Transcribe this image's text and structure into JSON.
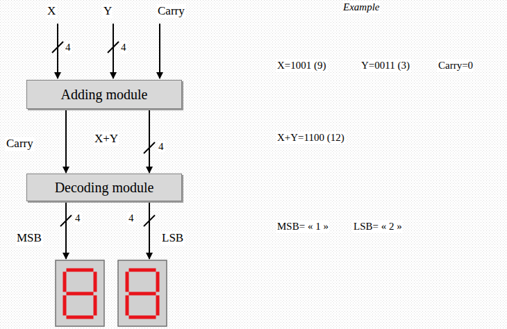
{
  "diagram": {
    "nodes": [
      {
        "text": [
          "Adding module"
        ]
      },
      {
        "text": [
          "Decoding module"
        ]
      }
    ],
    "edges": [
      {
        "from": 0,
        "to": 1,
        "arrow": "to",
        "label": "Carry"
      },
      {
        "from": 0,
        "to": 1,
        "arrow": "to",
        "label": "X+Y"
      }
    ],
    "labels": [
      "X",
      "4",
      "Y",
      "4",
      "Carry",
      "4",
      "MSB",
      "4",
      "4",
      "LSB",
      "Example",
      "X=1001 (9)",
      "Y=0011 (3)",
      "Carry=0",
      "X+Y=1100 (12)",
      "MSB= « 1 »",
      "LSB= « 2 »"
    ]
  }
}
